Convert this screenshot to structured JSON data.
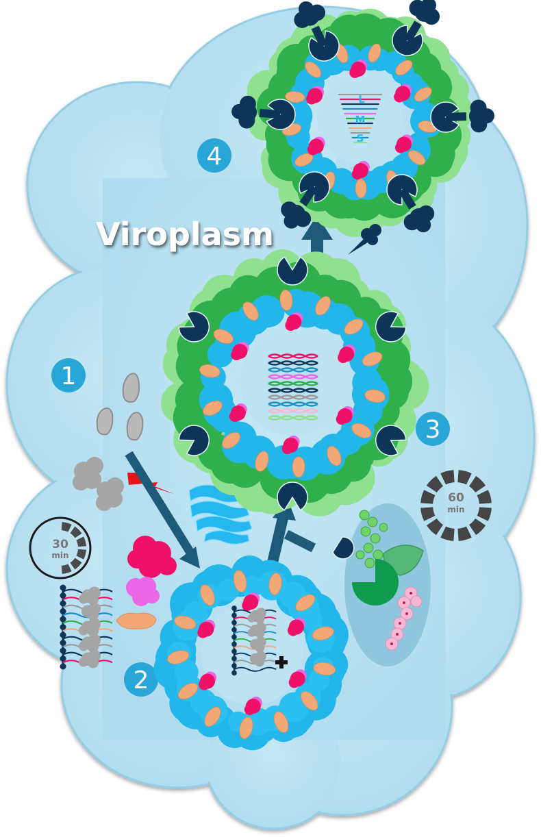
{
  "title": "Viroplasm",
  "steps": [
    {
      "id": "step-1",
      "label": "1"
    },
    {
      "id": "step-2",
      "label": "2"
    },
    {
      "id": "step-3",
      "label": "3"
    },
    {
      "id": "step-4",
      "label": "4"
    }
  ],
  "timers": {
    "short": {
      "value": "30",
      "unit": "min"
    },
    "long": {
      "value": "60",
      "unit": "min"
    }
  },
  "segments": [
    "L",
    "M",
    "S"
  ],
  "colors": {
    "cloud": "#bde3f2",
    "cloud_stroke": "#8fcbe3",
    "badge": "#29a6d8",
    "arrow": "#1c5a78",
    "capsid_inner": "#22b6ea",
    "capsid_green": "#2fb04a",
    "capsid_light_green": "#8fe08f",
    "orange": "#f2a877",
    "magenta": "#ee1167",
    "pink": "#ec67e6",
    "navy": "#0e3558",
    "gray": "#9a9a9a"
  }
}
